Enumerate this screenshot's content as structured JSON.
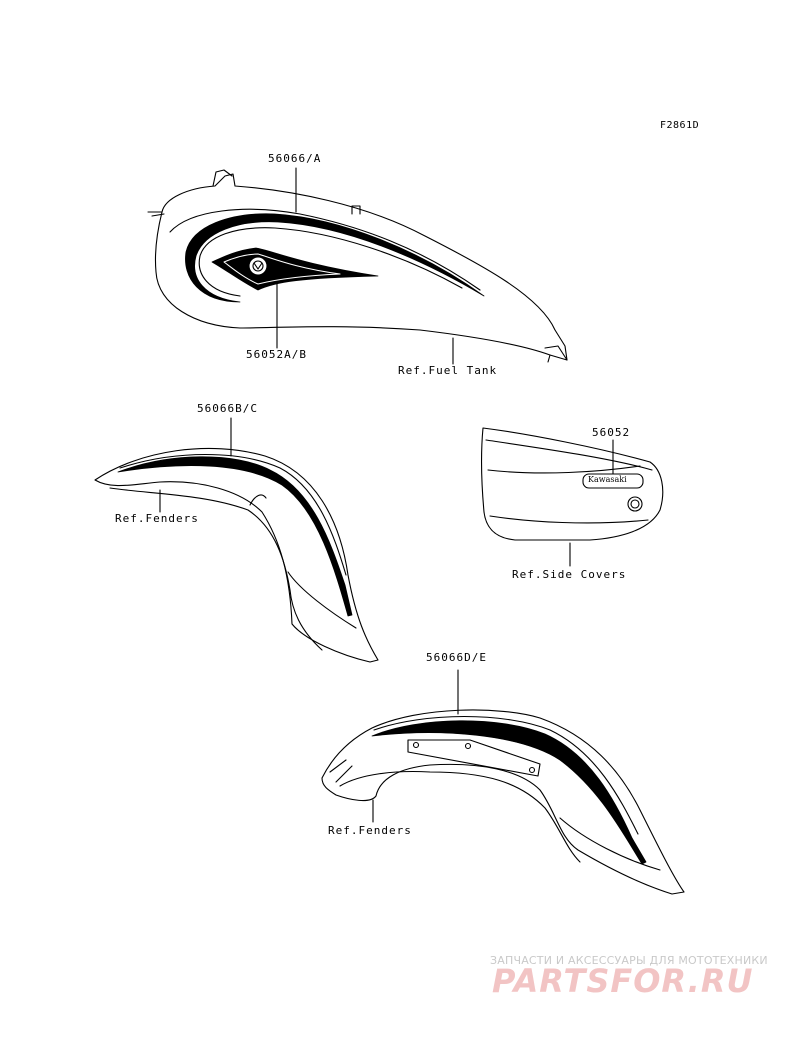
{
  "figure_code": "F2861D",
  "callouts": {
    "tank_stripe": "56066/A",
    "tank_emblem": "56052A/B",
    "ref_fuel_tank": "Ref.Fuel Tank",
    "front_fender_stripe": "56066B/C",
    "ref_fenders_front": "Ref.Fenders",
    "side_cover_emblem": "56052",
    "ref_side_covers": "Ref.Side Covers",
    "rear_fender_stripe": "56066D/E",
    "ref_fenders_rear": "Ref.Fenders"
  },
  "emblem_text": "Kawasaki",
  "watermark": {
    "tagline": "ЗАПЧАСТИ И АКСЕССУАРЫ ДЛЯ МОТОТЕХНИКИ",
    "logo": "PARTSFOR.RU"
  },
  "colors": {
    "line": "#000000",
    "watermark_tagline": "#c9c9c9",
    "watermark_logo": "#f2c4c4"
  }
}
